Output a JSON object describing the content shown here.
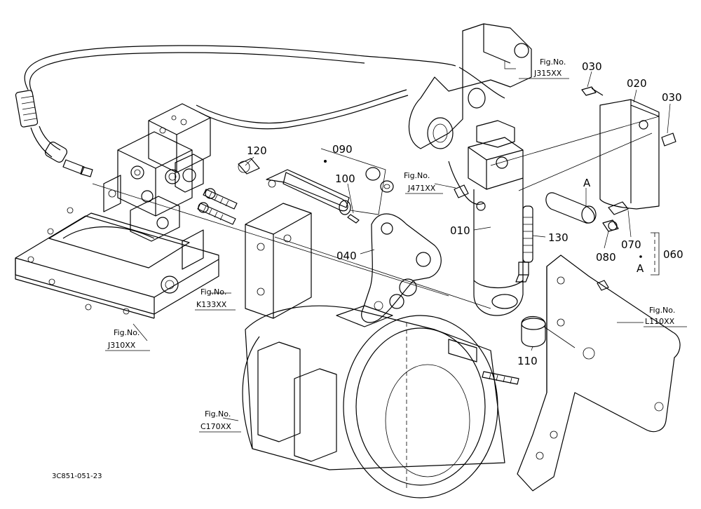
{
  "diagram_code": "3C851-051-23",
  "part_labels": [
    {
      "id": "p010",
      "text": "010"
    },
    {
      "id": "p020",
      "text": "020"
    },
    {
      "id": "p030a",
      "text": "030"
    },
    {
      "id": "p030b",
      "text": "030"
    },
    {
      "id": "p040",
      "text": "040"
    },
    {
      "id": "p060",
      "text": "060"
    },
    {
      "id": "p070",
      "text": "070"
    },
    {
      "id": "p080",
      "text": "080"
    },
    {
      "id": "p090",
      "text": "090"
    },
    {
      "id": "p100",
      "text": "100"
    },
    {
      "id": "p110",
      "text": "110"
    },
    {
      "id": "p120",
      "text": "120"
    },
    {
      "id": "p130",
      "text": "130"
    }
  ],
  "markers": [
    {
      "id": "mA1",
      "text": "A"
    },
    {
      "id": "mA2",
      "text": "A"
    }
  ],
  "figure_refs": [
    {
      "id": "J315",
      "line1": "Fig.No.",
      "line2": "J315XX"
    },
    {
      "id": "J471",
      "line1": "Fig.No.",
      "line2": "J471XX"
    },
    {
      "id": "K133",
      "line1": "Fig.No.",
      "line2": "K133XX"
    },
    {
      "id": "J310",
      "line1": "Fig.No.",
      "line2": "J310XX"
    },
    {
      "id": "L110",
      "line1": "Fig.No.",
      "line2": "L110XX"
    },
    {
      "id": "C170",
      "line1": "Fig.No.",
      "line2": "C170XX"
    }
  ]
}
